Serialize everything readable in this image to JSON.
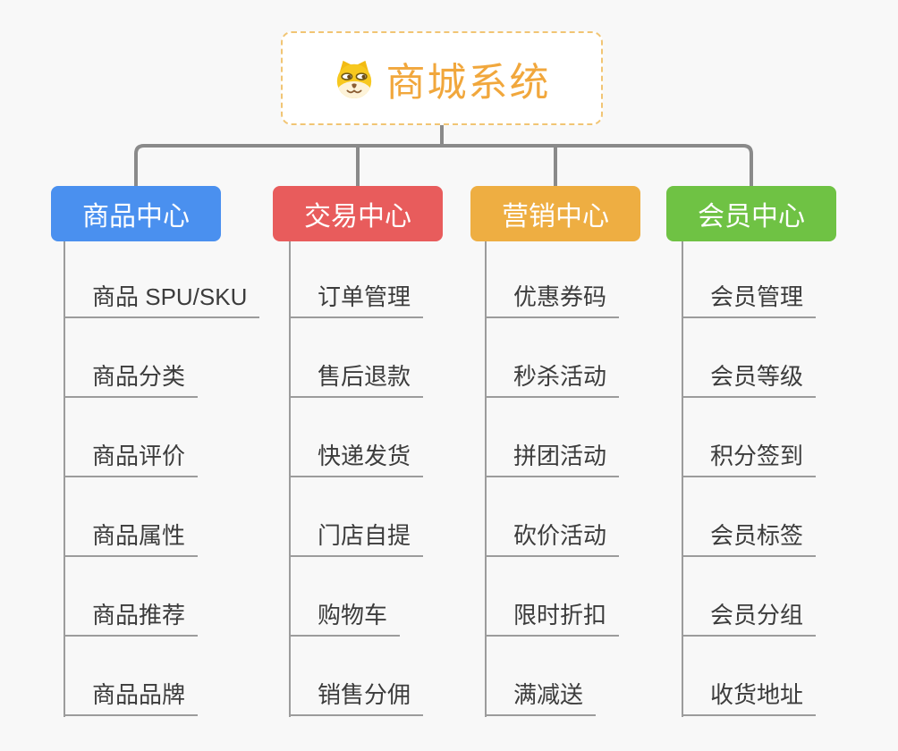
{
  "root": {
    "title": "商城系统",
    "icon": "doge-icon",
    "text_color": "#f1a73c",
    "border_color": "#f1c574"
  },
  "branches": [
    {
      "label": "商品中心",
      "color": "#4a90ef",
      "children": [
        "商品 SPU/SKU",
        "商品分类",
        "商品评价",
        "商品属性",
        "商品推荐",
        "商品品牌"
      ]
    },
    {
      "label": "交易中心",
      "color": "#e85c5c",
      "children": [
        "订单管理",
        "售后退款",
        "快递发货",
        "门店自提",
        "购物车",
        "销售分佣"
      ]
    },
    {
      "label": "营销中心",
      "color": "#eeae42",
      "children": [
        "优惠券码",
        "秒杀活动",
        "拼团活动",
        "砍价活动",
        "限时折扣",
        "满减送"
      ]
    },
    {
      "label": "会员中心",
      "color": "#6fc244",
      "children": [
        "会员管理",
        "会员等级",
        "积分签到",
        "会员标签",
        "会员分组",
        "收货地址"
      ]
    }
  ],
  "colors": {
    "background": "#f8f8f8",
    "connector": "#8a8a8a",
    "branch_line": "#9c9c9c",
    "leaf_text": "#3c3c3c"
  }
}
